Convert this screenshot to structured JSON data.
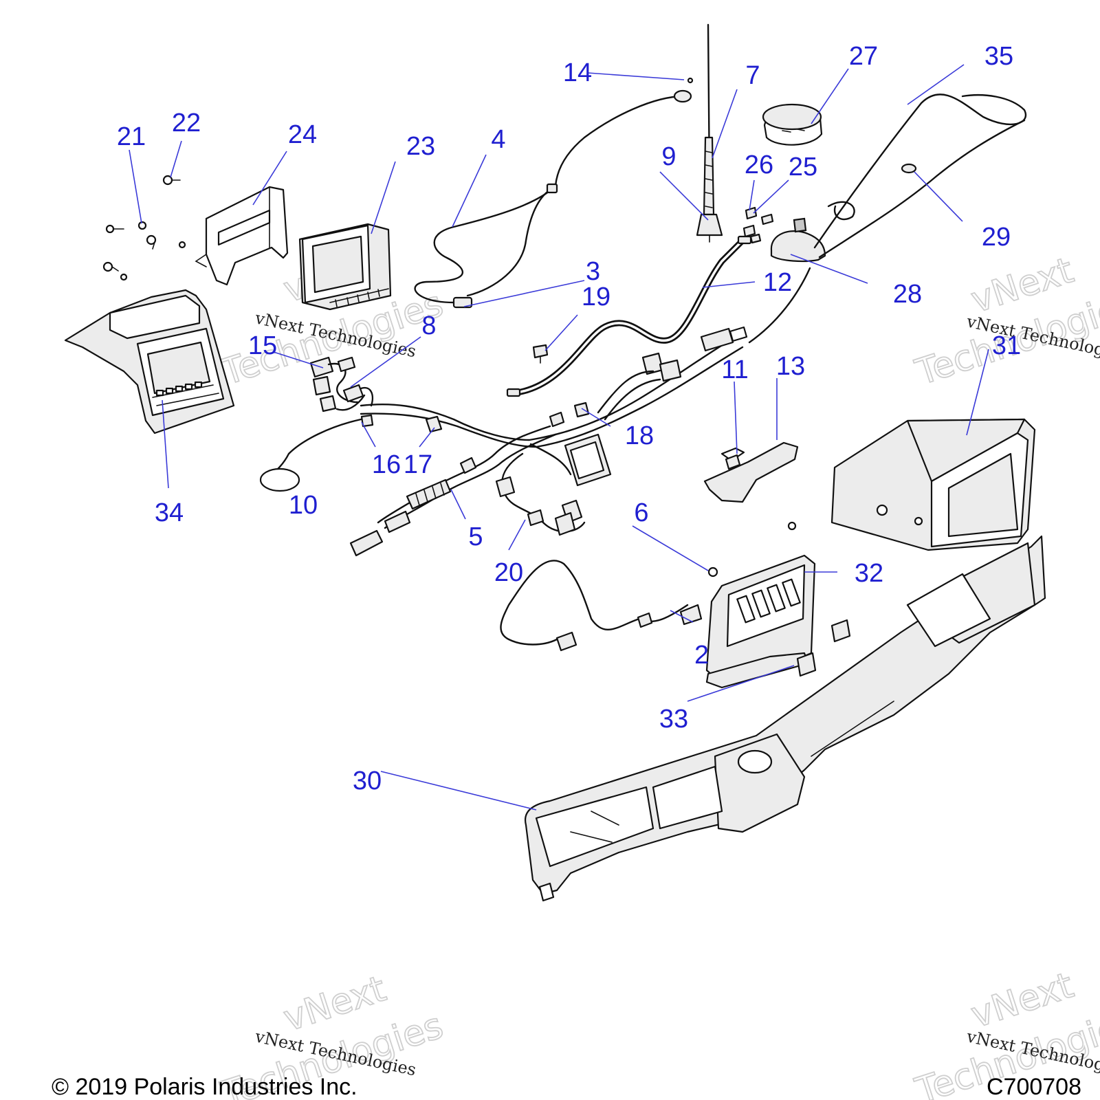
{
  "copyright": "© 2019 Polaris Industries Inc.",
  "diagram_code": "C700708",
  "watermark": {
    "line1": "vNext",
    "line2": "vNext Technologies",
    "line3": "Technologies"
  },
  "callouts": {
    "c2": "2",
    "c3": "3",
    "c4": "4",
    "c5": "5",
    "c6": "6",
    "c7": "7",
    "c8": "8",
    "c9": "9",
    "c10": "10",
    "c11": "11",
    "c12": "12",
    "c13": "13",
    "c14": "14",
    "c15": "15",
    "c16": "16",
    "c17": "17",
    "c18": "18",
    "c19": "19",
    "c20": "20",
    "c21": "21",
    "c22": "22",
    "c23": "23",
    "c24": "24",
    "c25": "25",
    "c26": "26",
    "c27": "27",
    "c28": "28",
    "c29": "29",
    "c30": "30",
    "c31": "31",
    "c32": "32",
    "c33": "33",
    "c34": "34",
    "c35": "35"
  },
  "colors": {
    "callout": "#1f1fd0",
    "leader": "#3a3ad8",
    "line_art": "#111111"
  }
}
